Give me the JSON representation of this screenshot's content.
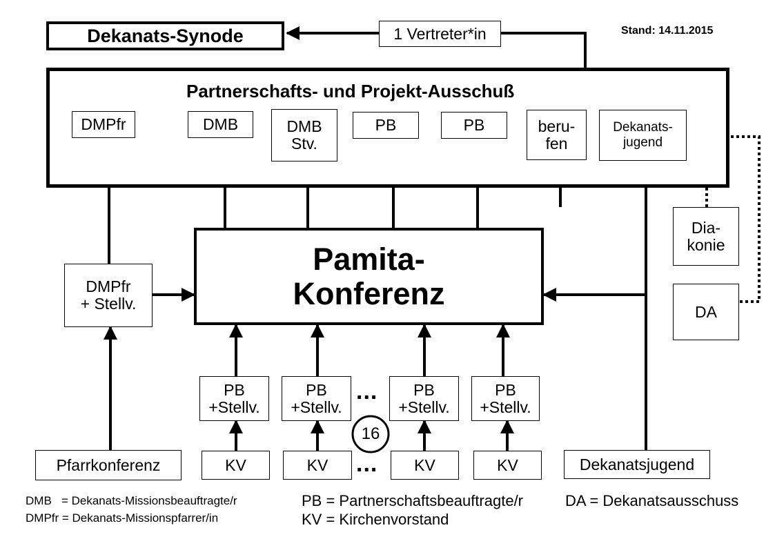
{
  "synode": "Dekanats-Synode",
  "vertreter": "1 Vertreter*in",
  "stand": "Stand: 14.11.2015",
  "committee": {
    "title": "Partnerschafts- und Projekt-Ausschuß",
    "members": [
      "DMPfr",
      "DMB",
      "DMB\nStv.",
      "PB",
      "PB",
      "beru-\nfen",
      "Dekanats-\njugend"
    ]
  },
  "konferenz": "Pamita-\nKonferenz",
  "dmpfr_stellv": "DMPfr\n+ Stellv.",
  "pfarrkonferenz": "Pfarrkonferenz",
  "pb_stellv": "PB\n+Stellv.",
  "kv": "KV",
  "count": "16",
  "ellipsis": "...",
  "dekanatsjugend": "Dekanatsjugend",
  "diakonie": "Dia-\nkonie",
  "da": "DA",
  "legend": {
    "dmb": "DMB   = Dekanats-Missionsbeauftragte/r",
    "dmpfr": "DMPfr = Dekanats-Missionspfarrer/in",
    "pb": "PB = Partnerschaftsbeauftragte/r",
    "kv": "KV = Kirchenvorstand",
    "da": "DA = Dekanatsausschuss"
  }
}
